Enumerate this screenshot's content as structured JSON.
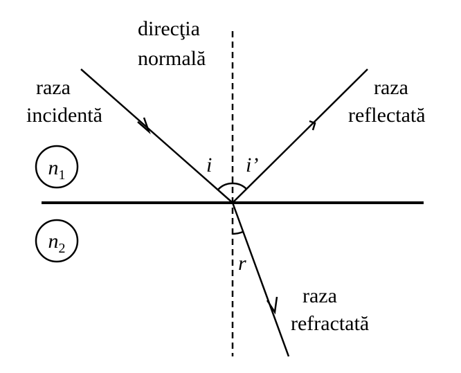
{
  "labels": {
    "normal_line1": "direcţia",
    "normal_line2": "normală",
    "incident_line1": "raza",
    "incident_line2": "incidentă",
    "reflected_line1": "raza",
    "reflected_line2": "reflectată",
    "refracted_line1": "raza",
    "refracted_line2": "refractată"
  },
  "angles": {
    "incidence": "i",
    "reflection": "i’",
    "refraction": "r"
  },
  "media": {
    "medium1_symbol": "n",
    "medium1_index": "1",
    "medium2_symbol": "n",
    "medium2_index": "2"
  },
  "colors": {
    "stroke": "#000000",
    "background": "#ffffff"
  }
}
